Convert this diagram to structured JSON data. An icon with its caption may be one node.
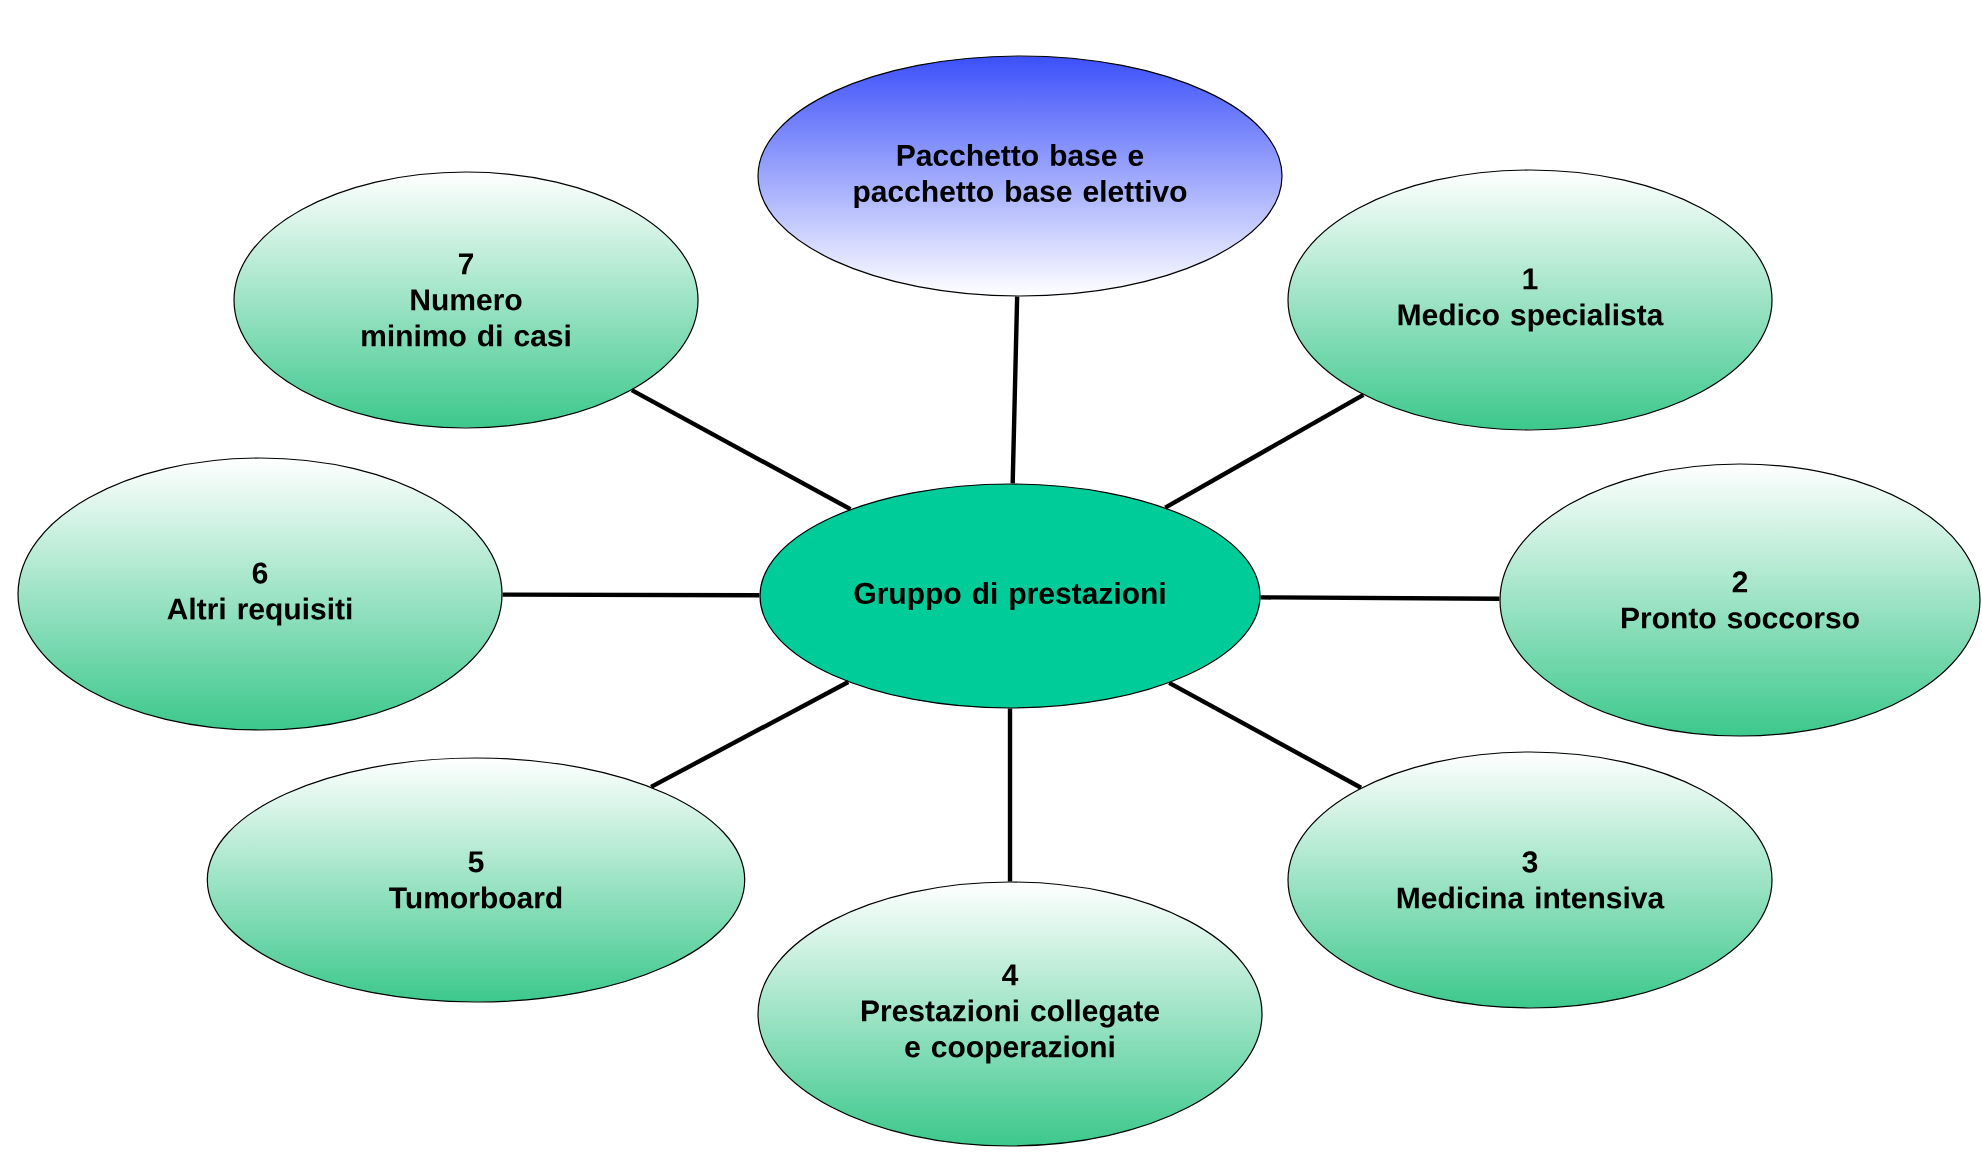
{
  "diagram": {
    "nodes": [
      {
        "text": [
          "Pacchetto base e pacchetto base elettivo"
        ]
      },
      {
        "text": [
          "7",
          "Numero minimo di casi"
        ]
      },
      {
        "text": [
          "1",
          "Medico specialista"
        ]
      },
      {
        "text": [
          "6",
          "Altri requisiti"
        ]
      },
      {
        "text": [
          "Gruppo di prestazioni"
        ]
      },
      {
        "text": [
          "2",
          "Pronto soccorso"
        ]
      },
      {
        "text": [
          "5",
          "Tumorboard"
        ]
      },
      {
        "text": [
          "3",
          "Medicina intensiva"
        ]
      },
      {
        "text": [
          "4",
          "Prestazioni collegate e cooperazioni"
        ]
      }
    ],
    "edges": [
      {
        "from": 4,
        "to": 0,
        "arrow": "none"
      },
      {
        "from": 4,
        "to": 2,
        "arrow": "none"
      },
      {
        "from": 4,
        "to": 5,
        "arrow": "none"
      },
      {
        "from": 4,
        "to": 7,
        "arrow": "none"
      },
      {
        "from": 4,
        "to": 8,
        "arrow": "none"
      },
      {
        "from": 4,
        "to": 6,
        "arrow": "none"
      },
      {
        "from": 4,
        "to": 3,
        "arrow": "none"
      },
      {
        "from": 4,
        "to": 1,
        "arrow": "none"
      }
    ]
  }
}
